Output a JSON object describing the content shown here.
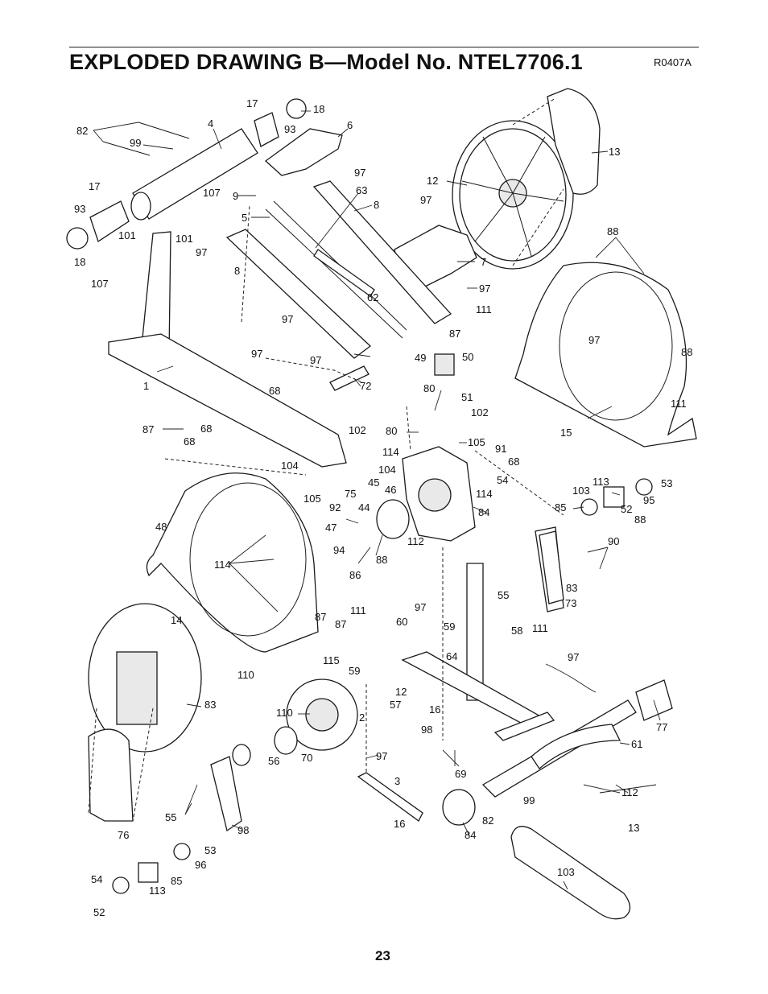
{
  "page": {
    "title": "EXPLODED DRAWING B—Model No. NTEL7706.1",
    "drawing_code": "R0407A",
    "page_number": "23"
  },
  "callouts": [
    {
      "id": "c1",
      "text": "82"
    },
    {
      "id": "c2",
      "text": "99"
    },
    {
      "id": "c3",
      "text": "4"
    },
    {
      "id": "c4",
      "text": "17"
    },
    {
      "id": "c5",
      "text": "18"
    },
    {
      "id": "c6",
      "text": "93"
    },
    {
      "id": "c7",
      "text": "6"
    },
    {
      "id": "c8",
      "text": "12"
    },
    {
      "id": "c9",
      "text": "13"
    },
    {
      "id": "c10",
      "text": "17"
    },
    {
      "id": "c11",
      "text": "93"
    },
    {
      "id": "c12",
      "text": "18"
    },
    {
      "id": "c13",
      "text": "107"
    },
    {
      "id": "c14",
      "text": "9"
    },
    {
      "id": "c15",
      "text": "97"
    },
    {
      "id": "c16",
      "text": "63"
    },
    {
      "id": "c17",
      "text": "8"
    },
    {
      "id": "c18",
      "text": "97"
    },
    {
      "id": "c19",
      "text": "5"
    },
    {
      "id": "c20",
      "text": "101"
    },
    {
      "id": "c21",
      "text": "101"
    },
    {
      "id": "c22",
      "text": "107"
    },
    {
      "id": "c23",
      "text": "97"
    },
    {
      "id": "c24",
      "text": "8"
    },
    {
      "id": "c25",
      "text": "7"
    },
    {
      "id": "c26",
      "text": "88"
    },
    {
      "id": "c27",
      "text": "62"
    },
    {
      "id": "c28",
      "text": "97"
    },
    {
      "id": "c29",
      "text": "111"
    },
    {
      "id": "c30",
      "text": "87"
    },
    {
      "id": "c31",
      "text": "97"
    },
    {
      "id": "c32",
      "text": "97"
    },
    {
      "id": "c33",
      "text": "97"
    },
    {
      "id": "c34",
      "text": "88"
    },
    {
      "id": "c35",
      "text": "1"
    },
    {
      "id": "c36",
      "text": "68"
    },
    {
      "id": "c37",
      "text": "72"
    },
    {
      "id": "c38",
      "text": "49"
    },
    {
      "id": "c39",
      "text": "50"
    },
    {
      "id": "c40",
      "text": "51"
    },
    {
      "id": "c41",
      "text": "80"
    },
    {
      "id": "c42",
      "text": "97"
    },
    {
      "id": "c43",
      "text": "15"
    },
    {
      "id": "c44",
      "text": "111"
    },
    {
      "id": "c45",
      "text": "87"
    },
    {
      "id": "c46",
      "text": "68"
    },
    {
      "id": "c47",
      "text": "68"
    },
    {
      "id": "c48",
      "text": "102"
    },
    {
      "id": "c49",
      "text": "80"
    },
    {
      "id": "c50",
      "text": "102"
    },
    {
      "id": "c51",
      "text": "105"
    },
    {
      "id": "c52",
      "text": "114"
    },
    {
      "id": "c53",
      "text": "91"
    },
    {
      "id": "c54",
      "text": "68"
    },
    {
      "id": "c55",
      "text": "104"
    },
    {
      "id": "c56",
      "text": "104"
    },
    {
      "id": "c57",
      "text": "75"
    },
    {
      "id": "c58",
      "text": "45"
    },
    {
      "id": "c59",
      "text": "46"
    },
    {
      "id": "c60",
      "text": "114"
    },
    {
      "id": "c61",
      "text": "54"
    },
    {
      "id": "c62",
      "text": "113"
    },
    {
      "id": "c63",
      "text": "53"
    },
    {
      "id": "c64",
      "text": "103"
    },
    {
      "id": "c65",
      "text": "95"
    },
    {
      "id": "c66",
      "text": "105"
    },
    {
      "id": "c67",
      "text": "92"
    },
    {
      "id": "c68",
      "text": "44"
    },
    {
      "id": "c69",
      "text": "84"
    },
    {
      "id": "c70",
      "text": "85"
    },
    {
      "id": "c71",
      "text": "52"
    },
    {
      "id": "c72",
      "text": "88"
    },
    {
      "id": "c73",
      "text": "48"
    },
    {
      "id": "c74",
      "text": "47"
    },
    {
      "id": "c75",
      "text": "112"
    },
    {
      "id": "c76",
      "text": "90"
    },
    {
      "id": "c77",
      "text": "94"
    },
    {
      "id": "c78",
      "text": "88"
    },
    {
      "id": "c79",
      "text": "114"
    },
    {
      "id": "c80",
      "text": "86"
    },
    {
      "id": "c81",
      "text": "83"
    },
    {
      "id": "c82",
      "text": "55"
    },
    {
      "id": "c83",
      "text": "73"
    },
    {
      "id": "c84",
      "text": "111"
    },
    {
      "id": "c85",
      "text": "97"
    },
    {
      "id": "c86",
      "text": "14"
    },
    {
      "id": "c87",
      "text": "87"
    },
    {
      "id": "c88",
      "text": "87"
    },
    {
      "id": "c89",
      "text": "60"
    },
    {
      "id": "c90",
      "text": "59"
    },
    {
      "id": "c91",
      "text": "58"
    },
    {
      "id": "c92",
      "text": "111"
    },
    {
      "id": "c93",
      "text": "115"
    },
    {
      "id": "c94",
      "text": "64"
    },
    {
      "id": "c95",
      "text": "97"
    },
    {
      "id": "c96",
      "text": "110"
    },
    {
      "id": "c97",
      "text": "59"
    },
    {
      "id": "c98",
      "text": "12"
    },
    {
      "id": "c99",
      "text": "83"
    },
    {
      "id": "c100",
      "text": "57"
    },
    {
      "id": "c101",
      "text": "110"
    },
    {
      "id": "c102",
      "text": "2"
    },
    {
      "id": "c103",
      "text": "16"
    },
    {
      "id": "c104",
      "text": "77"
    },
    {
      "id": "c105",
      "text": "98"
    },
    {
      "id": "c106",
      "text": "61"
    },
    {
      "id": "c107",
      "text": "56"
    },
    {
      "id": "c108",
      "text": "70"
    },
    {
      "id": "c109",
      "text": "97"
    },
    {
      "id": "c110",
      "text": "69"
    },
    {
      "id": "c111",
      "text": "3"
    },
    {
      "id": "c112",
      "text": "99"
    },
    {
      "id": "c113",
      "text": "112"
    },
    {
      "id": "c114",
      "text": "55"
    },
    {
      "id": "c115",
      "text": "98"
    },
    {
      "id": "c116",
      "text": "82"
    },
    {
      "id": "c117",
      "text": "13"
    },
    {
      "id": "c118",
      "text": "76"
    },
    {
      "id": "c119",
      "text": "16"
    },
    {
      "id": "c120",
      "text": "84"
    },
    {
      "id": "c121",
      "text": "53"
    },
    {
      "id": "c122",
      "text": "96"
    },
    {
      "id": "c123",
      "text": "103"
    },
    {
      "id": "c124",
      "text": "54"
    },
    {
      "id": "c125",
      "text": "85"
    },
    {
      "id": "c126",
      "text": "113"
    },
    {
      "id": "c127",
      "text": "52"
    }
  ]
}
